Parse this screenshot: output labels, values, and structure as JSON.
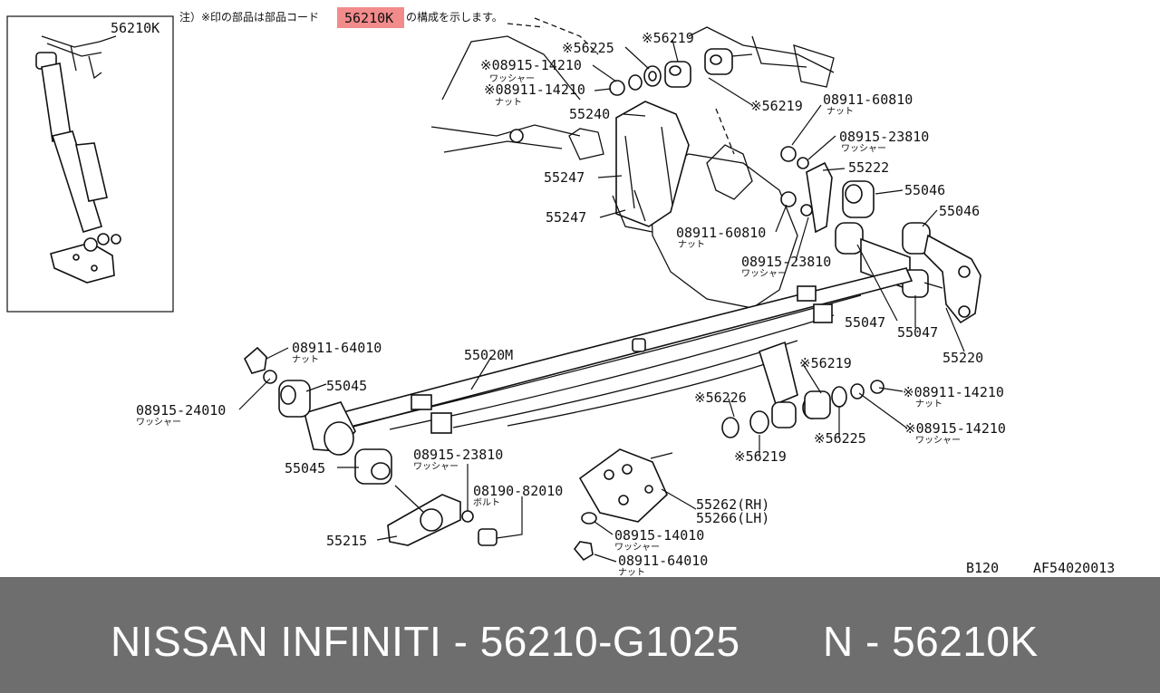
{
  "note": {
    "prefix": "注）※印の部品は部品コード",
    "code": "56210K",
    "suffix": "の構成を示します。",
    "highlight_color": "#f28b8b"
  },
  "inset": {
    "label": "56210K"
  },
  "callouts": {
    "c56225_top": "※56225",
    "c56219_top": "※56219",
    "c08915_14210_top": "※08915-14210",
    "c_washer_top": "ワッシャー",
    "c08911_14210_top": "※08911-14210",
    "c_nut_top": "ナット",
    "c56219_mid": "※56219",
    "c08911_60810_top": "08911-60810",
    "c_nut_60810_top": "ナット",
    "c08915_23810_top": "08915-23810",
    "c_washer_23810_top": "ワッシャー",
    "c55240": "55240",
    "c55247_a": "55247",
    "c55247_b": "55247",
    "c55222": "55222",
    "c55046_a": "55046",
    "c55046_b": "55046",
    "c08911_60810_mid": "08911-60810",
    "c_nut_60810_mid": "ナット",
    "c08915_23810_mid": "08915-23810",
    "c_washer_23810_mid": "ワッシャー",
    "c55047_a": "55047",
    "c55047_b": "55047",
    "c55220": "55220",
    "c08911_64010_top": "08911-64010",
    "c_nut_64010_top": "ナット",
    "c55020m": "55020M",
    "c55045_top": "55045",
    "c08915_24010": "08915-24010",
    "c_washer_24010": "ワッシャー",
    "c56219_right": "※56219",
    "c56226": "※56226",
    "c08911_14210_right": "※08911-14210",
    "c_nut_14210_right": "ナット",
    "c08915_14210_right": "※08915-14210",
    "c_washer_14210_right": "ワッシャー",
    "c56225_right": "※56225",
    "c56219_bottom": "※56219",
    "c08915_23810_low": "08915-23810",
    "c_washer_23810_low": "ワッシャー",
    "c55045_bottom": "55045",
    "c08190_82010": "08190-82010",
    "c_bolt": "ボルト",
    "c55262": "55262(RH)",
    "c55266": "55266(LH)",
    "c55215": "55215",
    "c08915_14010": "08915-14010",
    "c_washer_14010": "ワッシャー",
    "c08911_64010_bottom": "08911-64010",
    "c_nut_64010_bottom": "ナット"
  },
  "ref": {
    "group": "B120",
    "figure": "AF54020013"
  },
  "footer": {
    "left": "NISSAN INFINITI - 56210-G1025",
    "right": "N - 56210K"
  }
}
